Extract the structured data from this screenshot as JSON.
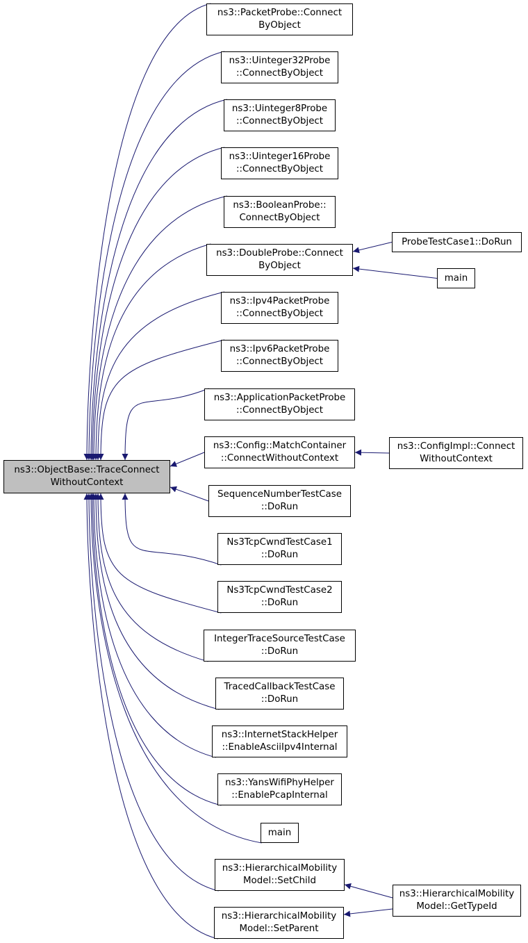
{
  "colors": {
    "edge": "#191970",
    "root_fill": "#bfbfbf",
    "node_fill": "#ffffff",
    "border": "#000000"
  },
  "nodes": [
    {
      "id": "root",
      "label": "ns3::ObjectBase::TraceConnect\nWithoutContext",
      "root": true
    },
    {
      "id": "n1",
      "label": "ns3::PacketProbe::Connect\nByObject"
    },
    {
      "id": "n2",
      "label": "ns3::Uinteger32Probe\n::ConnectByObject"
    },
    {
      "id": "n3",
      "label": "ns3::Uinteger8Probe\n::ConnectByObject"
    },
    {
      "id": "n4",
      "label": "ns3::Uinteger16Probe\n::ConnectByObject"
    },
    {
      "id": "n5",
      "label": "ns3::BooleanProbe::\nConnectByObject"
    },
    {
      "id": "n6",
      "label": "ns3::DoubleProbe::Connect\nByObject"
    },
    {
      "id": "n7",
      "label": "ns3::Ipv4PacketProbe\n::ConnectByObject"
    },
    {
      "id": "n8",
      "label": "ns3::Ipv6PacketProbe\n::ConnectByObject"
    },
    {
      "id": "n9",
      "label": "ns3::ApplicationPacketProbe\n::ConnectByObject"
    },
    {
      "id": "n10",
      "label": "ns3::Config::MatchContainer\n::ConnectWithoutContext"
    },
    {
      "id": "n11",
      "label": "SequenceNumberTestCase\n::DoRun"
    },
    {
      "id": "n12",
      "label": "Ns3TcpCwndTestCase1\n::DoRun"
    },
    {
      "id": "n13",
      "label": "Ns3TcpCwndTestCase2\n::DoRun"
    },
    {
      "id": "n14",
      "label": "IntegerTraceSourceTestCase\n::DoRun"
    },
    {
      "id": "n15",
      "label": "TracedCallbackTestCase\n::DoRun"
    },
    {
      "id": "n16",
      "label": "ns3::InternetStackHelper\n::EnableAsciiIpv4Internal"
    },
    {
      "id": "n17",
      "label": "ns3::YansWifiPhyHelper\n::EnablePcapInternal"
    },
    {
      "id": "n18",
      "label": "main"
    },
    {
      "id": "n19",
      "label": "ns3::HierarchicalMobility\nModel::SetChild"
    },
    {
      "id": "n20",
      "label": "ns3::HierarchicalMobility\nModel::SetParent"
    },
    {
      "id": "n21",
      "label": "ProbeTestCase1::DoRun"
    },
    {
      "id": "n22",
      "label": "main"
    },
    {
      "id": "n23",
      "label": "ns3::ConfigImpl::Connect\nWithoutContext"
    },
    {
      "id": "n24",
      "label": "ns3::HierarchicalMobility\nModel::GetTypeId"
    }
  ],
  "edges": [
    [
      "n1",
      "root"
    ],
    [
      "n2",
      "root"
    ],
    [
      "n3",
      "root"
    ],
    [
      "n4",
      "root"
    ],
    [
      "n5",
      "root"
    ],
    [
      "n6",
      "root"
    ],
    [
      "n7",
      "root"
    ],
    [
      "n8",
      "root"
    ],
    [
      "n9",
      "root"
    ],
    [
      "n10",
      "root"
    ],
    [
      "n11",
      "root"
    ],
    [
      "n12",
      "root"
    ],
    [
      "n13",
      "root"
    ],
    [
      "n14",
      "root"
    ],
    [
      "n15",
      "root"
    ],
    [
      "n16",
      "root"
    ],
    [
      "n17",
      "root"
    ],
    [
      "n18",
      "root"
    ],
    [
      "n19",
      "root"
    ],
    [
      "n20",
      "root"
    ],
    [
      "n21",
      "n6"
    ],
    [
      "n22",
      "n6"
    ],
    [
      "n23",
      "n10"
    ],
    [
      "n24",
      "n19"
    ],
    [
      "n24",
      "n20"
    ]
  ]
}
